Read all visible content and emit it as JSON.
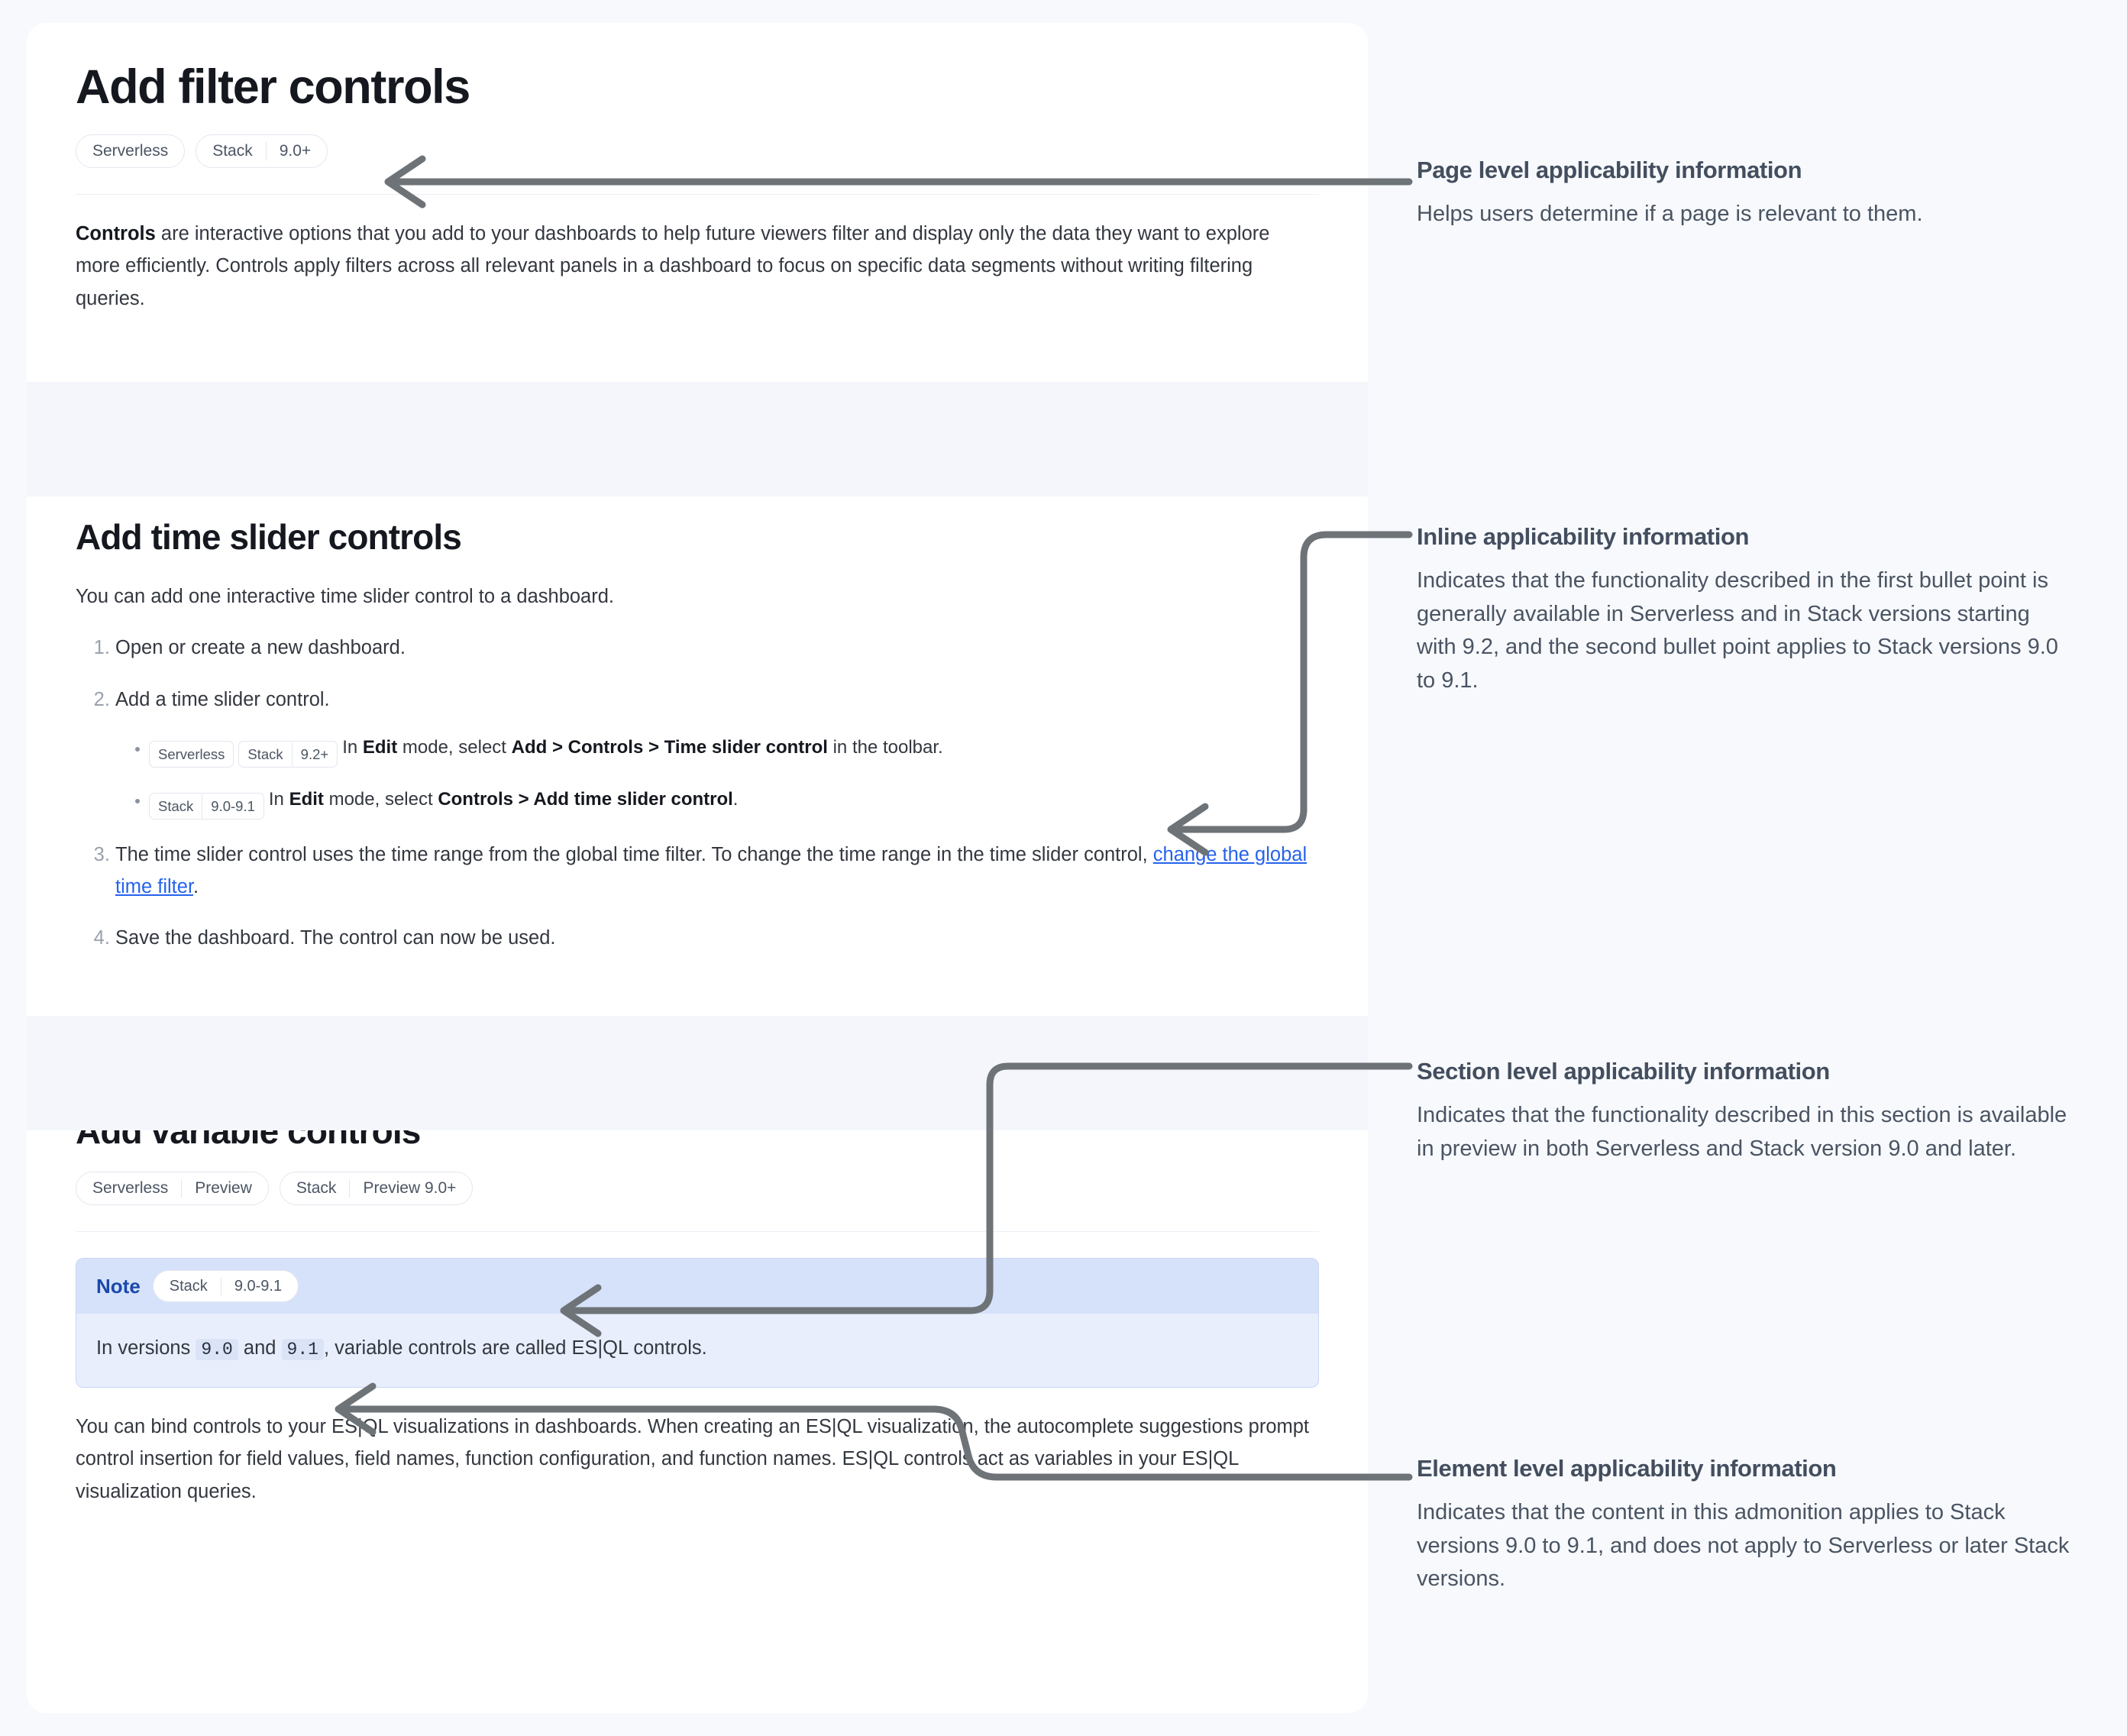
{
  "theme": {
    "page_bg": "#f7f9fc",
    "panel_bg": "#ffffff",
    "wave_bg": "#f4f6fb",
    "link_color": "#2563eb",
    "note_bg": "#e8eefc",
    "note_header_bg": "#d6e2fa",
    "note_border": "#c7d7f5",
    "note_title_color": "#1a49ab",
    "connector_color": "#6e7378",
    "badge_border": "#e3e7ef",
    "badge_text": "#4b5563",
    "heading_color": "#15181f",
    "annotation_heading_color": "#434e5f",
    "annotation_body_color": "#4a5463"
  },
  "page": {
    "title": "Add filter controls",
    "applicability": [
      {
        "parts": [
          "Serverless"
        ]
      },
      {
        "parts": [
          "Stack",
          "9.0+"
        ]
      }
    ],
    "intro_lead": "Controls",
    "intro_rest": " are interactive options that you add to your dashboards to help future viewers filter and display only the data they want to explore more efficiently. Controls apply filters across all relevant panels in a dashboard to focus on specific data segments without writing filtering queries."
  },
  "section_time_slider": {
    "heading": "Add time slider controls",
    "intro": "You can add one interactive time slider control to a dashboard.",
    "steps": [
      {
        "text": "Open or create a new dashboard."
      },
      {
        "text": "Add a time slider control.",
        "bullets": [
          {
            "badge": [
              "Serverless",
              "Stack",
              "9.2+"
            ],
            "badge_groups": [
              [
                "Serverless"
              ],
              [
                "Stack",
                "9.2+"
              ]
            ],
            "pre": "In ",
            "bold1": "Edit",
            "mid1": " mode, select ",
            "bold2": "Add > Controls > Time slider control",
            "post": " in the toolbar."
          },
          {
            "badge_groups": [
              [
                "Stack",
                "9.0-9.1"
              ]
            ],
            "pre": "In ",
            "bold1": "Edit",
            "mid1": " mode, select ",
            "bold2": "Controls > Add time slider control",
            "post": "."
          }
        ]
      },
      {
        "text_before_link": "The time slider control uses the time range from the global time filter. To change the time range in the time slider control, ",
        "link_text": "change the global time filter",
        "text_after_link": "."
      },
      {
        "text": "Save the dashboard. The control can now be used."
      }
    ]
  },
  "section_variable": {
    "heading": "Add variable controls",
    "applicability": [
      {
        "parts": [
          "Serverless",
          "Preview"
        ]
      },
      {
        "parts": [
          "Stack",
          "Preview 9.0+"
        ]
      }
    ],
    "note": {
      "title": "Note",
      "badge": [
        "Stack",
        "9.0-9.1"
      ],
      "body_pre": "In versions ",
      "code1": "9.0",
      "body_mid": " and ",
      "code2": "9.1",
      "body_post": ", variable controls are called ES|QL controls."
    },
    "paragraph": "You can bind controls to your ES|QL visualizations in dashboards. When creating an ES|QL visualization, the autocomplete suggestions prompt control insertion for field values, field names, function configuration, and function names. ES|QL controls act as variables in your ES|QL visualization queries."
  },
  "annotations": [
    {
      "id": "page-level",
      "heading": "Page level applicability information",
      "body": "Helps users determine if a page is relevant to them."
    },
    {
      "id": "inline",
      "heading": "Inline applicability information",
      "body": "Indicates that the functionality described in the first bullet point is generally available in Serverless and in Stack versions starting with 9.2, and the second bullet point applies to Stack versions 9.0 to 9.1."
    },
    {
      "id": "section-level",
      "heading": "Section level applicability information",
      "body": "Indicates that the functionality described in this section is available in preview in both Serverless and Stack version 9.0 and later."
    },
    {
      "id": "element-level",
      "heading": "Element level applicability information",
      "body": "Indicates that the content in this admonition applies to Stack versions 9.0 to 9.1, and does not apply to Serverless or later Stack versions."
    }
  ]
}
